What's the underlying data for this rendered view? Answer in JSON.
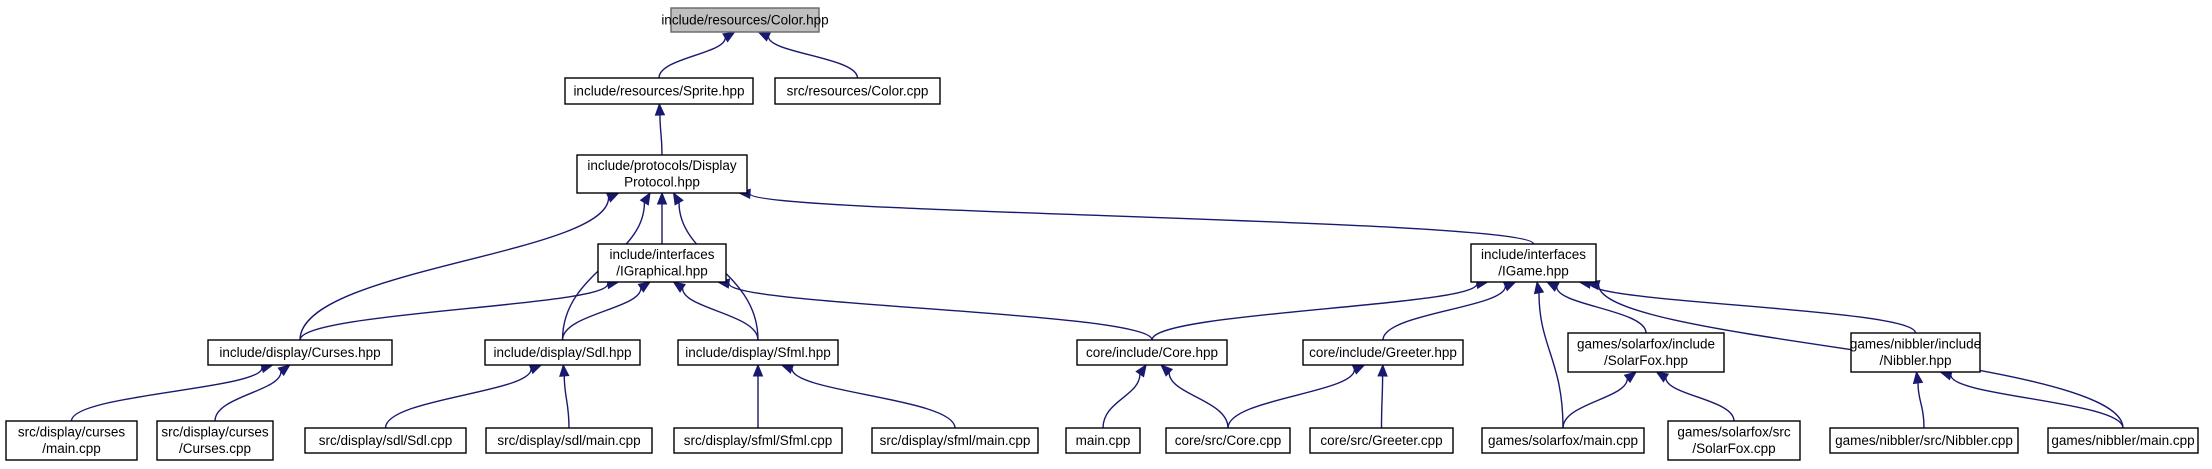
{
  "diagram": {
    "title": "",
    "nodes": [
      {
        "id": "color_hpp",
        "lines": [
          "include/resources/Color.hpp"
        ],
        "root": true
      },
      {
        "id": "sprite_hpp",
        "lines": [
          "include/resources/Sprite.hpp"
        ]
      },
      {
        "id": "color_cpp",
        "lines": [
          "src/resources/Color.cpp"
        ]
      },
      {
        "id": "displayprotocol_hpp",
        "lines": [
          "include/protocols/Display",
          "Protocol.hpp"
        ]
      },
      {
        "id": "igraphical_hpp",
        "lines": [
          "include/interfaces",
          "/IGraphical.hpp"
        ]
      },
      {
        "id": "igame_hpp",
        "lines": [
          "include/interfaces",
          "/IGame.hpp"
        ]
      },
      {
        "id": "curses_hpp",
        "lines": [
          "include/display/Curses.hpp"
        ]
      },
      {
        "id": "sdl_hpp",
        "lines": [
          "include/display/Sdl.hpp"
        ]
      },
      {
        "id": "sfml_hpp",
        "lines": [
          "include/display/Sfml.hpp"
        ]
      },
      {
        "id": "core_hpp",
        "lines": [
          "core/include/Core.hpp"
        ]
      },
      {
        "id": "greeter_hpp",
        "lines": [
          "core/include/Greeter.hpp"
        ]
      },
      {
        "id": "solarfox_hpp",
        "lines": [
          "games/solarfox/include",
          "/SolarFox.hpp"
        ]
      },
      {
        "id": "nibbler_hpp",
        "lines": [
          "games/nibbler/include",
          "/Nibbler.hpp"
        ]
      },
      {
        "id": "curses_main",
        "lines": [
          "src/display/curses",
          "/main.cpp"
        ]
      },
      {
        "id": "curses_cpp",
        "lines": [
          "src/display/curses",
          "/Curses.cpp"
        ]
      },
      {
        "id": "sdl_cpp",
        "lines": [
          "src/display/sdl/Sdl.cpp"
        ]
      },
      {
        "id": "sdl_main",
        "lines": [
          "src/display/sdl/main.cpp"
        ]
      },
      {
        "id": "sfml_cpp",
        "lines": [
          "src/display/sfml/Sfml.cpp"
        ]
      },
      {
        "id": "sfml_main",
        "lines": [
          "src/display/sfml/main.cpp"
        ]
      },
      {
        "id": "main_cpp",
        "lines": [
          "main.cpp"
        ]
      },
      {
        "id": "core_cpp",
        "lines": [
          "core/src/Core.cpp"
        ]
      },
      {
        "id": "greeter_cpp",
        "lines": [
          "core/src/Greeter.cpp"
        ]
      },
      {
        "id": "solarfox_main",
        "lines": [
          "games/solarfox/main.cpp"
        ]
      },
      {
        "id": "solarfox_cpp",
        "lines": [
          "games/solarfox/src",
          "/SolarFox.cpp"
        ]
      },
      {
        "id": "nibbler_cpp",
        "lines": [
          "games/nibbler/src/Nibbler.cpp"
        ]
      },
      {
        "id": "nibbler_main",
        "lines": [
          "games/nibbler/main.cpp"
        ]
      }
    ],
    "edges": [
      {
        "from": "color_hpp",
        "to": "sprite_hpp"
      },
      {
        "from": "color_hpp",
        "to": "color_cpp"
      },
      {
        "from": "sprite_hpp",
        "to": "displayprotocol_hpp"
      },
      {
        "from": "displayprotocol_hpp",
        "to": "igraphical_hpp"
      },
      {
        "from": "displayprotocol_hpp",
        "to": "igame_hpp"
      },
      {
        "from": "displayprotocol_hpp",
        "to": "curses_hpp"
      },
      {
        "from": "displayprotocol_hpp",
        "to": "sdl_hpp"
      },
      {
        "from": "displayprotocol_hpp",
        "to": "sfml_hpp"
      },
      {
        "from": "igraphical_hpp",
        "to": "curses_hpp"
      },
      {
        "from": "igraphical_hpp",
        "to": "sdl_hpp"
      },
      {
        "from": "igraphical_hpp",
        "to": "sfml_hpp"
      },
      {
        "from": "igraphical_hpp",
        "to": "core_hpp"
      },
      {
        "from": "igame_hpp",
        "to": "core_hpp"
      },
      {
        "from": "igame_hpp",
        "to": "greeter_hpp"
      },
      {
        "from": "igame_hpp",
        "to": "solarfox_hpp"
      },
      {
        "from": "igame_hpp",
        "to": "nibbler_hpp"
      },
      {
        "from": "igame_hpp",
        "to": "solarfox_main"
      },
      {
        "from": "igame_hpp",
        "to": "nibbler_main"
      },
      {
        "from": "curses_hpp",
        "to": "curses_main"
      },
      {
        "from": "curses_hpp",
        "to": "curses_cpp"
      },
      {
        "from": "sdl_hpp",
        "to": "sdl_cpp"
      },
      {
        "from": "sdl_hpp",
        "to": "sdl_main"
      },
      {
        "from": "sfml_hpp",
        "to": "sfml_cpp"
      },
      {
        "from": "sfml_hpp",
        "to": "sfml_main"
      },
      {
        "from": "core_hpp",
        "to": "main_cpp"
      },
      {
        "from": "core_hpp",
        "to": "core_cpp"
      },
      {
        "from": "greeter_hpp",
        "to": "core_cpp"
      },
      {
        "from": "greeter_hpp",
        "to": "greeter_cpp"
      },
      {
        "from": "solarfox_hpp",
        "to": "solarfox_main"
      },
      {
        "from": "solarfox_hpp",
        "to": "solarfox_cpp"
      },
      {
        "from": "nibbler_hpp",
        "to": "nibbler_cpp"
      },
      {
        "from": "nibbler_hpp",
        "to": "nibbler_main"
      }
    ],
    "colors": {
      "edge": "#191970",
      "root_fill": "#bfbfbf",
      "node_border": "#000000"
    }
  }
}
